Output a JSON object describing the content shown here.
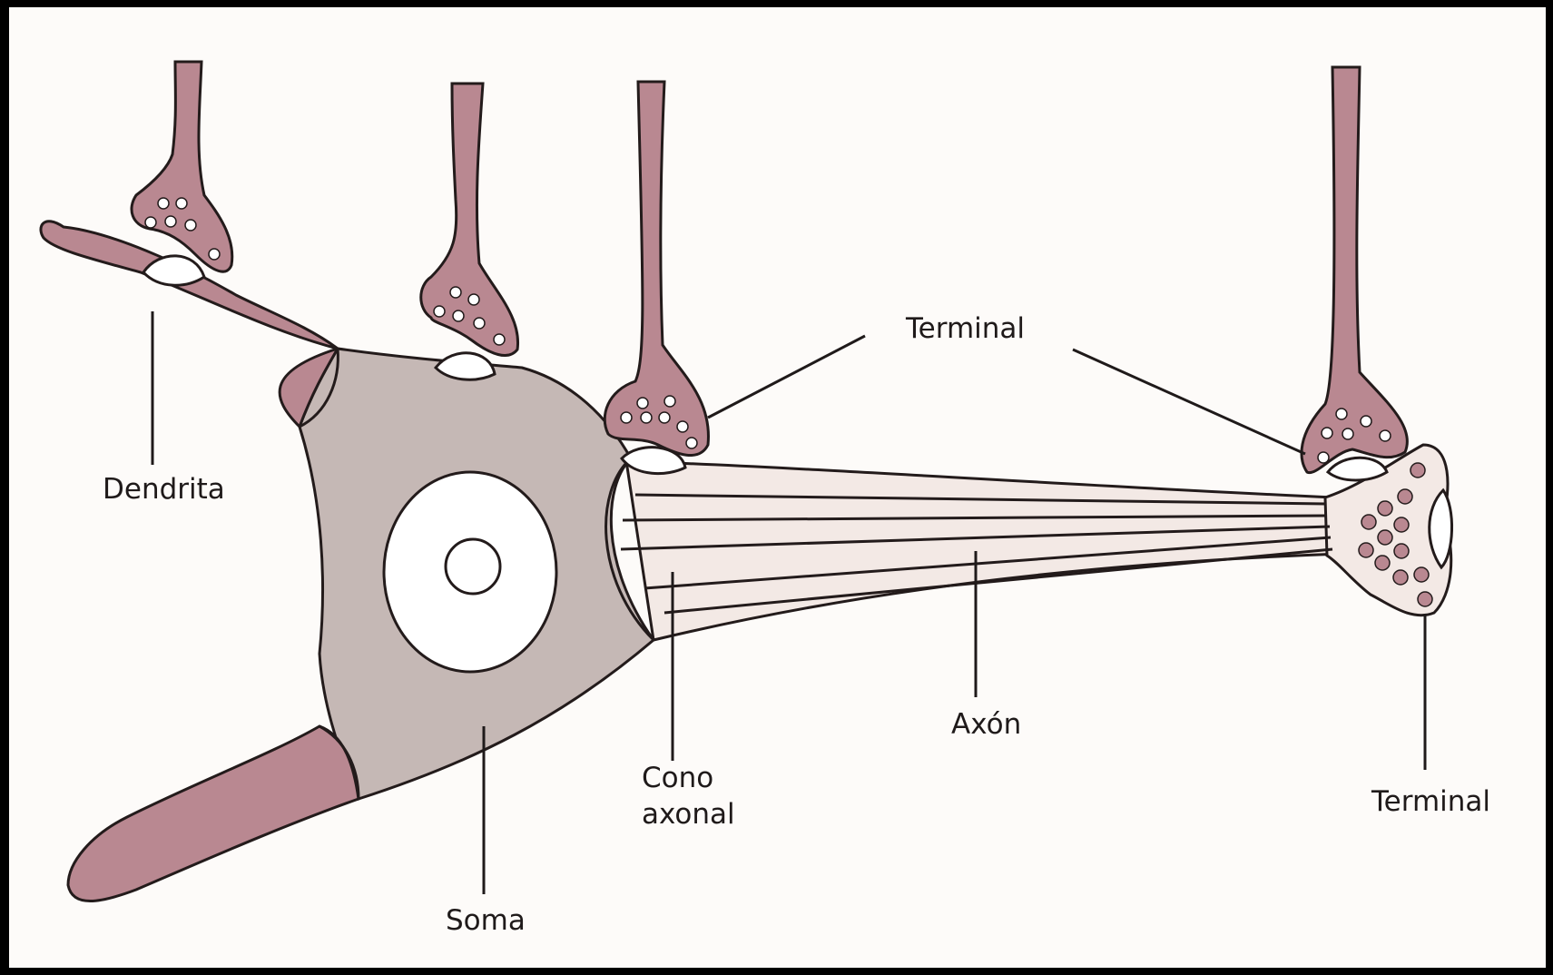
{
  "labels": {
    "dendrite": "Dendrita",
    "soma": "Soma",
    "axon_hillock_line1": "Cono",
    "axon_hillock_line2": "axonal",
    "axon": "Axón",
    "terminal_top": "Terminal",
    "terminal_right": "Terminal"
  },
  "colors": {
    "background_frame": "#000000",
    "paper": "#fdfbf9",
    "dendrite_mauve": "#b98891",
    "soma_gray": "#c5b8b5",
    "axon_cream": "#f3e9e5",
    "nucleus_white": "#ffffff",
    "ink": "#231b1b"
  },
  "icons": {
    "presynaptic_terminal": "synaptic-knob-icon",
    "vesicle": "vesicle-dot-icon"
  }
}
